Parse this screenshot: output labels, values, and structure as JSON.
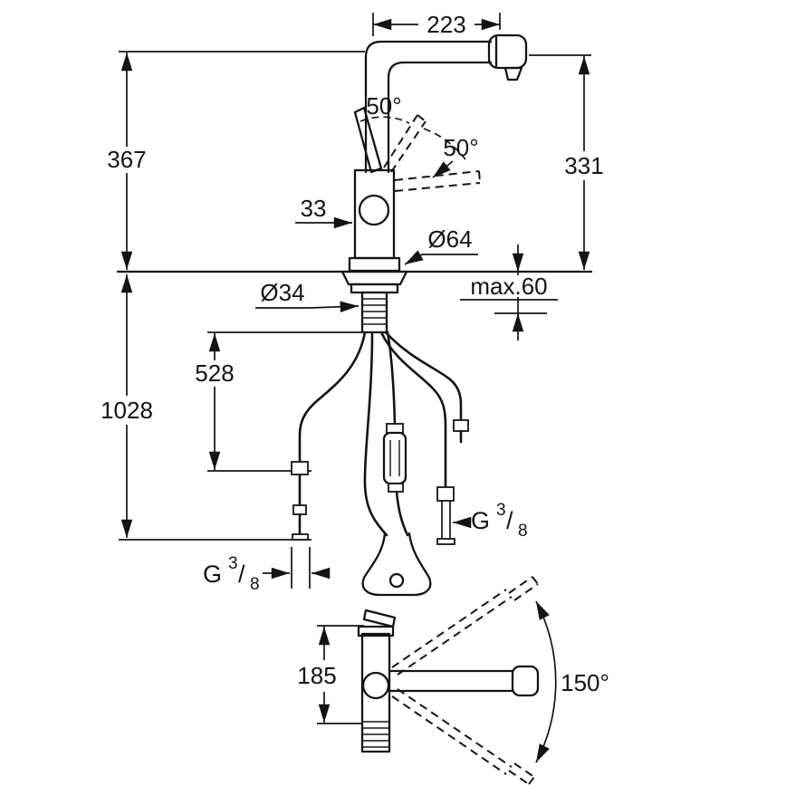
{
  "colors": {
    "line": "#141414",
    "background": "#ffffff"
  },
  "labels": {
    "d223": "223",
    "d367": "367",
    "d1028": "1028",
    "d331": "331",
    "a50_1": "50°",
    "a50_2": "50°",
    "d33": "33",
    "dia64": "Ø64",
    "dia34": "Ø34",
    "max60": "max.60",
    "d528": "528",
    "d185": "185",
    "a150": "150°",
    "g_right": {
      "g": "G",
      "n": "3",
      "s": "/",
      "d": "8"
    },
    "g_left": {
      "g": "G",
      "n": "3",
      "s": "/",
      "d": "8"
    }
  }
}
